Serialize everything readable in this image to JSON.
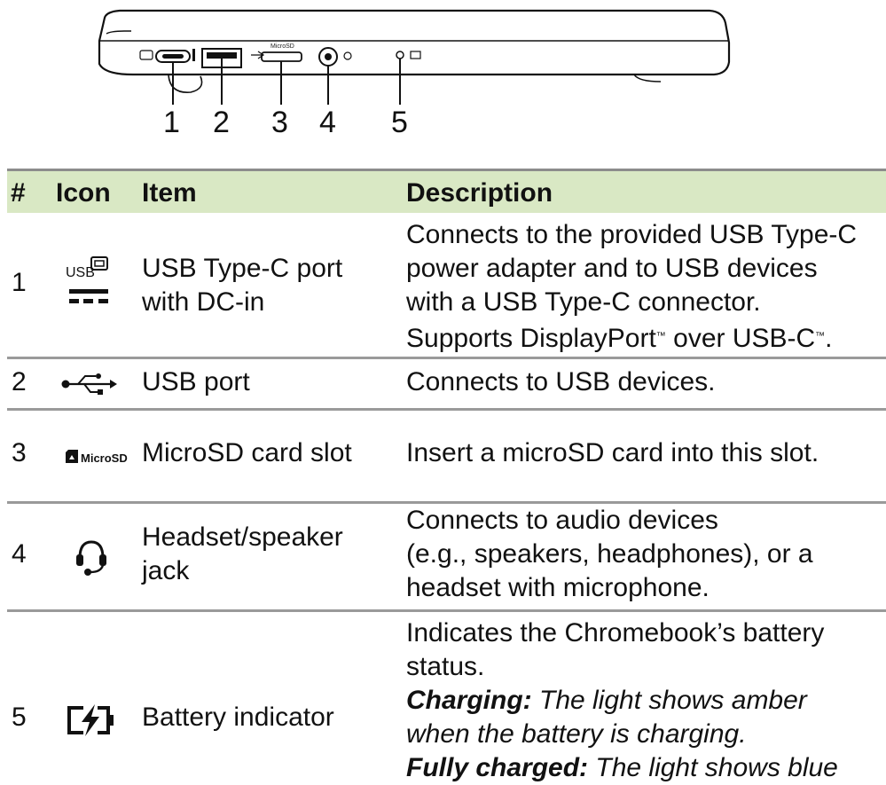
{
  "figure": {
    "callouts": [
      "1",
      "2",
      "3",
      "4",
      "5"
    ],
    "port_microsd_tiny_label": "MicroSD"
  },
  "table": {
    "headers": {
      "num": "#",
      "icon": "Icon",
      "item": "Item",
      "description": "Description"
    },
    "rows": [
      {
        "num": "1",
        "icon": "usb-c-dc-in-icon",
        "icon_text": "USB",
        "item_lines": [
          "USB Type-C port",
          "with DC-in"
        ],
        "desc_lines": [
          "Connects to the provided USB Type-C",
          "power adapter and to USB devices",
          "with a USB Type-C connector."
        ],
        "desc_last": {
          "a": "Supports DisplayPort",
          "tm1": "™",
          "b": " over USB-C",
          "tm2": "™",
          "c": "."
        }
      },
      {
        "num": "2",
        "icon": "usb-icon",
        "item": "USB port",
        "desc": "Connects to USB devices."
      },
      {
        "num": "3",
        "icon": "microsd-icon",
        "icon_text": "MicroSD",
        "item": "MicroSD card slot",
        "desc": "Insert a microSD card into this slot."
      },
      {
        "num": "4",
        "icon": "headset-icon",
        "item_lines": [
          "Headset/speaker",
          "jack"
        ],
        "desc_lines": [
          "Connects to audio devices",
          "(e.g., speakers, headphones), or a",
          "headset with microphone."
        ]
      },
      {
        "num": "5",
        "icon": "battery-charging-icon",
        "item": "Battery indicator",
        "desc_lines": [
          "Indicates the Chromebook’s battery",
          "status."
        ],
        "charging_label": "Charging:",
        "charging_lines": [
          " The light shows amber",
          "when the battery is charging."
        ],
        "full_label": "Fully charged:",
        "full_text": " The light shows blue"
      }
    ]
  },
  "colors": {
    "header_bg": "#d9e8c4",
    "rule": "#9a9a9a",
    "text": "#111111"
  }
}
